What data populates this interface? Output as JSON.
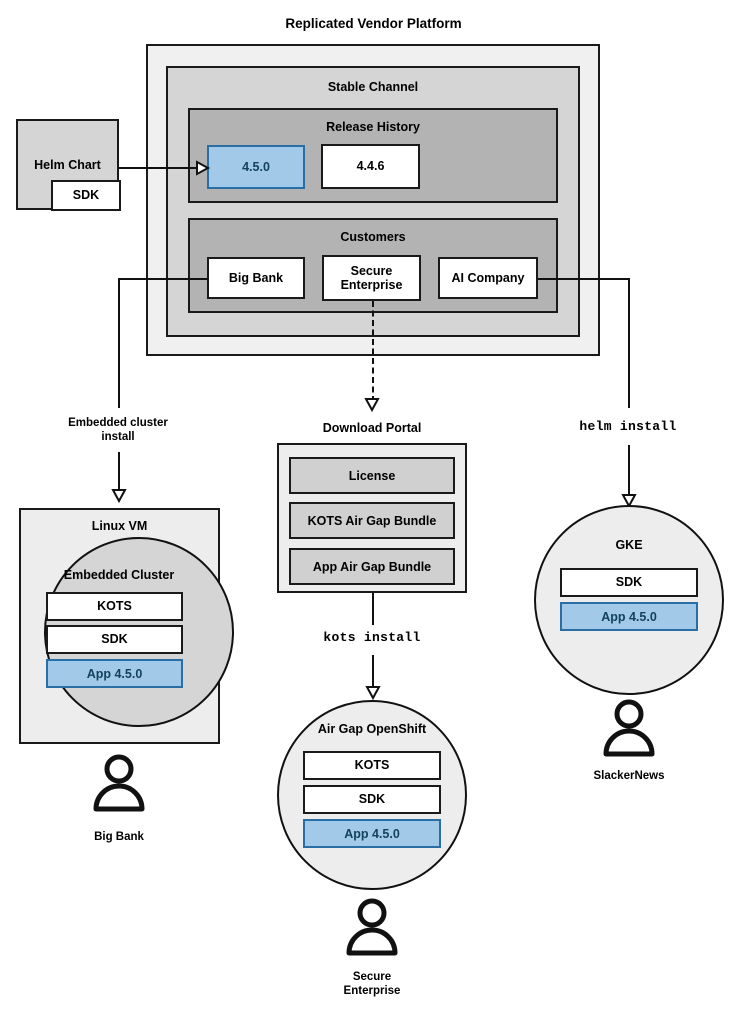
{
  "diagram": {
    "title": "Replicated Vendor Platform",
    "colors": {
      "accent_blue_fill": "#a3c9e8",
      "accent_blue_border": "#2a6ea6",
      "accent_blue_text": "#13425f",
      "platform_bg": "#f0f0f0",
      "channel_bg": "#d5d5d5",
      "section_bg": "#b3b3b3",
      "stroke": "#1a1a1a"
    }
  },
  "helm_chart": {
    "label": "Helm Chart",
    "sdk_label": "SDK"
  },
  "platform": {
    "channel": {
      "title": "Stable Channel",
      "release_history": {
        "title": "Release History",
        "releases": [
          {
            "version": "4.5.0",
            "highlighted": true
          },
          {
            "version": "4.4.6",
            "highlighted": false
          }
        ]
      },
      "customers": {
        "title": "Customers",
        "items": [
          {
            "name": "Big Bank"
          },
          {
            "name": "Secure Enterprise"
          },
          {
            "name": "AI Company"
          }
        ]
      }
    }
  },
  "flows": {
    "embedded_cluster_install": "Embedded cluster\ninstall",
    "embedded_cluster_install_line1": "Embedded cluster",
    "embedded_cluster_install_line2": "install",
    "kots_install": "kots install",
    "helm_install": "helm install"
  },
  "download_portal": {
    "title": "Download Portal",
    "artifacts": [
      "License",
      "KOTS Air Gap Bundle",
      "App Air Gap Bundle"
    ]
  },
  "targets": {
    "linux_vm": {
      "title": "Linux VM",
      "cluster_title": "Embedded Cluster",
      "components": [
        {
          "label": "KOTS",
          "highlighted": false
        },
        {
          "label": "SDK",
          "highlighted": false
        },
        {
          "label": "App 4.5.0",
          "highlighted": true
        }
      ],
      "user": "Big Bank"
    },
    "airgap_openshift": {
      "title": "Air Gap OpenShift",
      "components": [
        {
          "label": "KOTS",
          "highlighted": false
        },
        {
          "label": "SDK",
          "highlighted": false
        },
        {
          "label": "App 4.5.0",
          "highlighted": true
        }
      ],
      "user_line1": "Secure",
      "user_line2": "Enterprise"
    },
    "gke": {
      "title": "GKE",
      "components": [
        {
          "label": "SDK",
          "highlighted": false
        },
        {
          "label": "App 4.5.0",
          "highlighted": true
        }
      ],
      "user": "SlackerNews"
    }
  }
}
